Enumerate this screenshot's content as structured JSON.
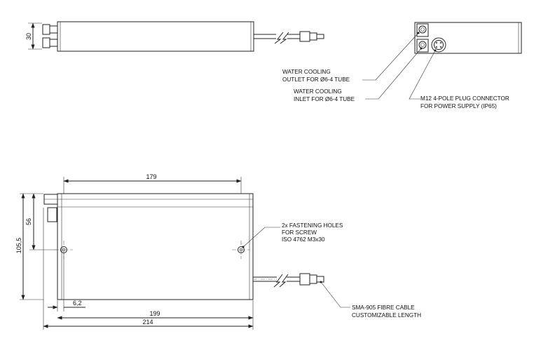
{
  "dimensions": {
    "height_top": "30",
    "hole_spacing": "179",
    "height_front": "105,5",
    "hole_height": "56",
    "hole_offset": "6,2",
    "length_body": "199",
    "length_total": "214"
  },
  "callouts": {
    "outlet": [
      "WATER COOLING",
      "OUTLET FOR Ø6-4 TUBE"
    ],
    "inlet": [
      "WATER COOLING",
      "INLET FOR Ø6-4 TUBE"
    ],
    "power": [
      "M12 4-POLE PLUG CONNECTOR",
      "FOR POWER SUPPLY (IP65)"
    ],
    "holes": [
      "2x FASTENING HOLES",
      "FOR SCREW",
      "ISO 4762 M3x30"
    ],
    "fibre": [
      "SMA-905 FIBRE CABLE",
      "CUSTOMIZABLE LENGTH"
    ]
  }
}
